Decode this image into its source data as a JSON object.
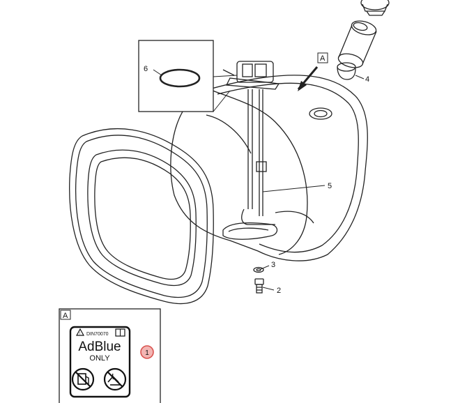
{
  "callouts": {
    "c1": "1",
    "c2": "2",
    "c3": "3",
    "c4": "4",
    "c5": "5",
    "c6": "6"
  },
  "view_markers": {
    "top": "A",
    "detail": "A"
  },
  "label": {
    "standard": "DIN70070",
    "brand": "AdBlue",
    "restriction": "ONLY"
  },
  "colors": {
    "line": "#111111",
    "highlight": "#d9534f",
    "highlight_fill": "#f3b5b3"
  }
}
